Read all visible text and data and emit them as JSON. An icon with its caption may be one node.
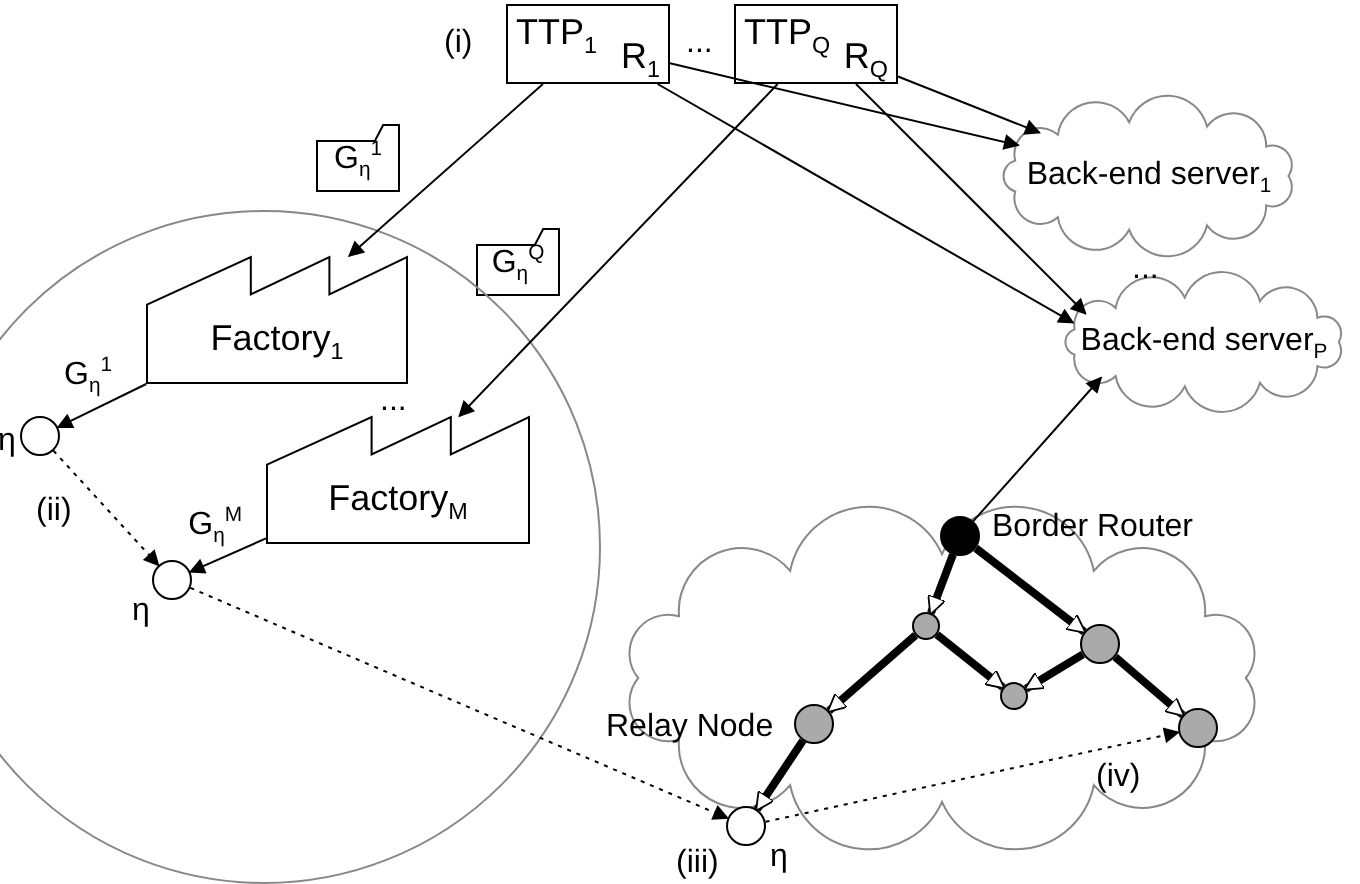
{
  "diagram": {
    "nodes": [
      {
        "text": [
          "TTP$_{1}$",
          "R$_{1}$"
        ]
      },
      {
        "text": [
          "TTP$_{Q}$",
          "R$_{Q}$"
        ]
      },
      {
        "text": [
          "G$_{η}$$^{1}$"
        ]
      },
      {
        "text": [
          "Back-end server$_{1}$"
        ]
      },
      {
        "text": [
          "G$_{η}$$^{Q}$"
        ]
      },
      {
        "text": [],
        "shape": "circle"
      },
      {
        "text": [
          "Factory$_{1}$"
        ],
        "in": 5
      },
      {
        "text": [
          "Back-end server$_{P}$"
        ]
      },
      {
        "text": [],
        "shape": "circle",
        "beside": [
          "η"
        ],
        "in": 5
      },
      {
        "text": [
          "Factory$_{M}$"
        ],
        "in": 5
      },
      {
        "text": [],
        "shape": "circle",
        "beside": [
          "η"
        ],
        "in": 5
      },
      {
        "text": [],
        "shape": "cloud"
      },
      {
        "text": [],
        "shape": "circle",
        "beside": [
          "Border Router"
        ],
        "in": 11
      },
      {
        "text": [],
        "shape": "circle",
        "in": 11
      },
      {
        "text": [],
        "shape": "circle",
        "in": 11
      },
      {
        "text": [],
        "shape": "circle",
        "in": 11
      },
      {
        "text": [],
        "shape": "circle",
        "beside": [
          "Relay Node"
        ],
        "in": 11
      },
      {
        "text": [],
        "shape": "circle",
        "beside": [
          "(iv)"
        ],
        "in": 11
      },
      {
        "text": [],
        "shape": "circle",
        "beside": [
          "η"
        ]
      }
    ],
    "edges": [
      {
        "from": 0,
        "to": 6,
        "arrow": "to"
      },
      {
        "from": 0,
        "to": 3,
        "arrow": "to"
      },
      {
        "from": 0,
        "to": 7,
        "arrow": "to"
      },
      {
        "from": 1,
        "to": 9,
        "arrow": "to"
      },
      {
        "from": 1,
        "to": 3,
        "arrow": "to"
      },
      {
        "from": 1,
        "to": 7,
        "arrow": "to"
      },
      {
        "from": 12,
        "to": 7,
        "arrow": "to"
      },
      {
        "from": 6,
        "to": 8,
        "label": "G$_{η}$$^{1}$",
        "arrow": "to"
      },
      {
        "from": 9,
        "to": 10,
        "label": "G$_{η}$$^{M}$",
        "arrow": "to"
      },
      {
        "from": 8,
        "to": 10,
        "arrow": "to",
        "style": "dashed"
      },
      {
        "from": 10,
        "to": 18,
        "arrow": "to",
        "style": "dashed"
      },
      {
        "from": 18,
        "to": 17,
        "arrow": "to",
        "style": "dashed"
      },
      {
        "from": 12,
        "to": 13,
        "arrow": "to",
        "style": "thick"
      },
      {
        "from": 12,
        "to": 14,
        "arrow": "to",
        "style": "thick"
      },
      {
        "from": 13,
        "to": 16,
        "arrow": "to",
        "style": "thick"
      },
      {
        "from": 13,
        "to": 15,
        "arrow": "to",
        "style": "thick"
      },
      {
        "from": 14,
        "to": 15,
        "arrow": "to",
        "style": "thick"
      },
      {
        "from": 14,
        "to": 17,
        "arrow": "to",
        "style": "thick"
      },
      {
        "from": 16,
        "to": 18,
        "arrow": "to",
        "style": "thick"
      }
    ],
    "labels": [
      "(i)",
      "...",
      "...",
      "...",
      "(ii)",
      "(iii)"
    ]
  }
}
